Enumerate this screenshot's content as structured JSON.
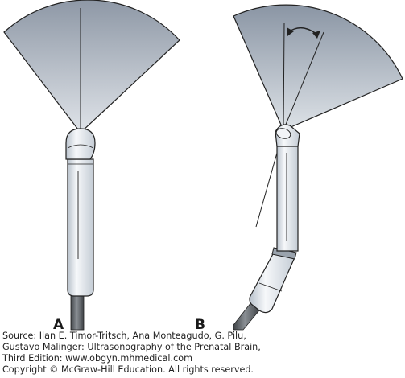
{
  "labels": {
    "a": "A",
    "b": "B"
  },
  "source": {
    "line1": "Source: Ilan E. Timor-Tritsch, Ana Monteagudo, G. Pilu,",
    "line2": "Gustavo Malinger: Ultrasonography of the Prenatal Brain,",
    "line3": "Third Edition: www.obgyn.mhmedical.com",
    "line4": "Copyright © McGraw-Hill Education. All rights reserved."
  },
  "colors": {
    "beam_light": "#cfd5dd",
    "beam_dark": "#8e98a6",
    "probe_body": "#e8ecf1",
    "cable": "#5f6368",
    "outline": "#222222"
  }
}
